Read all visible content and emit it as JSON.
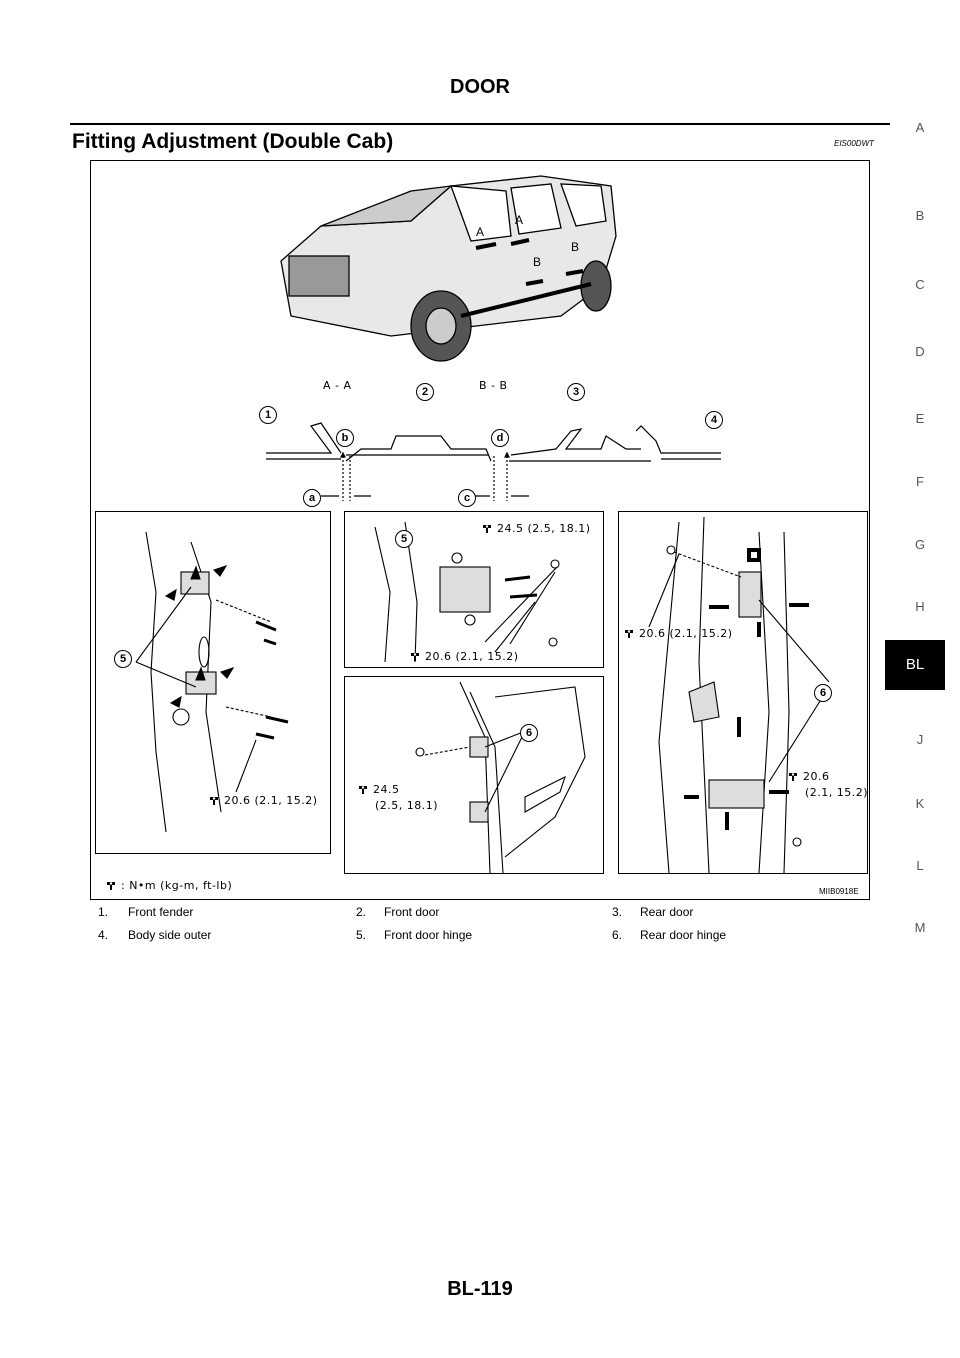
{
  "header": {
    "title": "DOOR"
  },
  "section": {
    "title": "Fitting Adjustment (Double Cab)",
    "code": "EIS00DWT"
  },
  "side_index": {
    "items": [
      "A",
      "B",
      "C",
      "D",
      "E",
      "F",
      "G",
      "H",
      "BL",
      "J",
      "K",
      "L",
      "M"
    ],
    "active": "BL"
  },
  "figure": {
    "section_labels": {
      "aa": "A - A",
      "bb": "B - B"
    },
    "truck_labels": [
      "A",
      "A",
      "B",
      "B"
    ],
    "callouts": [
      "1",
      "2",
      "3",
      "4",
      "5",
      "6"
    ],
    "gap_labels": [
      "a",
      "b",
      "c",
      "d"
    ],
    "torques": {
      "left_hinge": "20.6 (2.1, 15.2)",
      "mid_top_upper": "24.5 (2.5, 18.1)",
      "mid_top_lower": "20.6 (2.1, 15.2)",
      "mid_bottom_line1": "24.5",
      "mid_bottom_line2": "(2.5, 18.1)",
      "right_upper": "20.6 (2.1, 15.2)",
      "right_lower_line1": "20.6",
      "right_lower_line2": "(2.1, 15.2)"
    },
    "unit_legend": ": N•m (kg-m, ft-lb)",
    "figure_id": "MIIB0918E",
    "icons": {
      "torque": "torque-wrench-icon"
    }
  },
  "legend": [
    [
      "1.",
      "Front fender",
      "2.",
      "Front door",
      "3.",
      "Rear door"
    ],
    [
      "4.",
      "Body side outer",
      "5.",
      "Front door hinge",
      "6.",
      "Rear door hinge"
    ]
  ],
  "page_number": "BL-119"
}
